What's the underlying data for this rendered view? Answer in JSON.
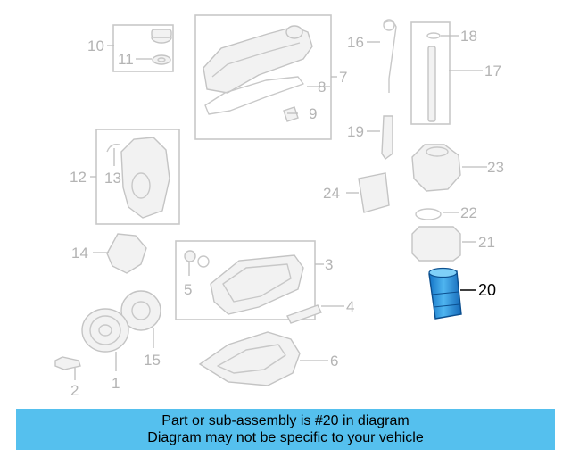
{
  "diagram": {
    "callouts": [
      "1",
      "2",
      "3",
      "4",
      "5",
      "6",
      "7",
      "8",
      "9",
      "10",
      "11",
      "12",
      "13",
      "14",
      "15",
      "16",
      "17",
      "18",
      "19",
      "20",
      "21",
      "22",
      "23",
      "24"
    ],
    "highlight_part": "20",
    "highlight_color": "#1a8fd6",
    "muted_color": "#b4b4b4"
  },
  "banner": {
    "line1": "Part or sub-assembly is #20 in diagram",
    "line2": "Diagram may not be specific to your vehicle",
    "background": "#55c0ee"
  }
}
